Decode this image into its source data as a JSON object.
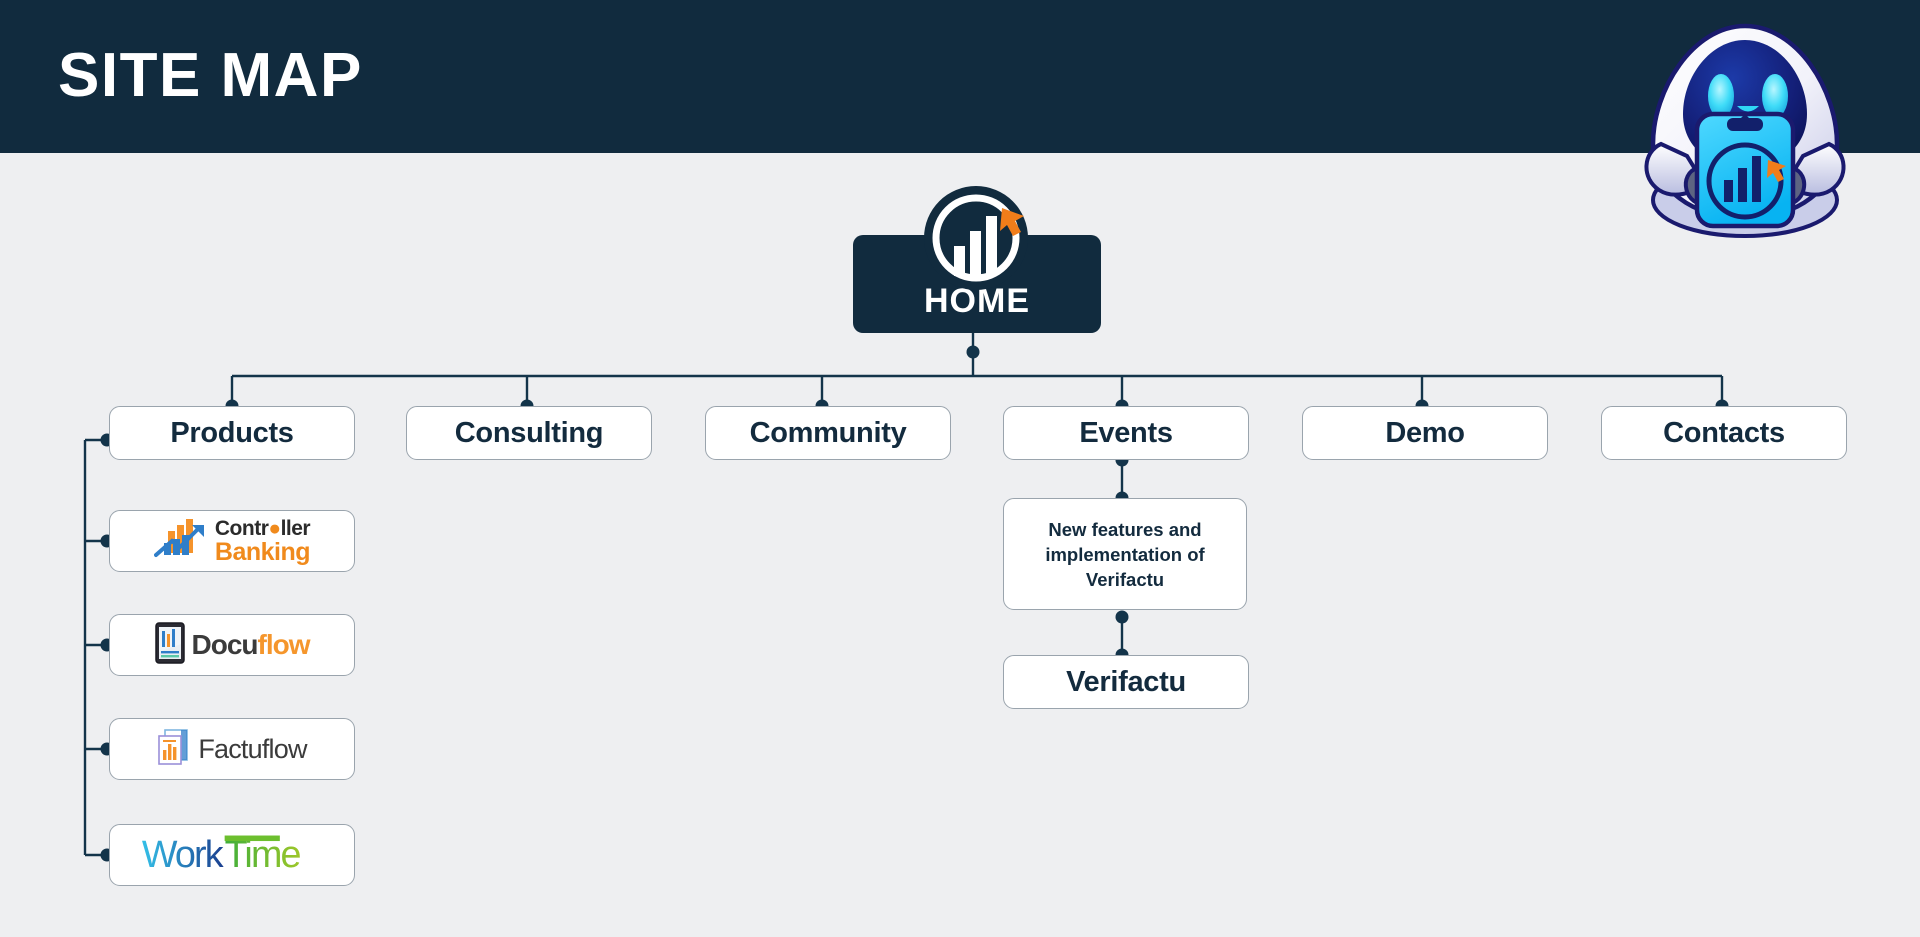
{
  "header": {
    "title": "SITE MAP",
    "background_color": "#112b3e",
    "text_color": "#ffffff"
  },
  "mascot": {
    "name": "robot-mascot",
    "description": "white robot holding a tablet with bar-chart logo",
    "body_color": "#ffffff",
    "face_color": "#12206b",
    "eye_color": "#2fd7f5",
    "tablet_color": "#12b5f0",
    "outline_color": "#1a1a6e"
  },
  "theme": {
    "page_background": "#eeeff1",
    "node_background": "#ffffff",
    "node_border": "#9aa4ad",
    "node_text": "#132b3e",
    "connector": "#13344a",
    "accent_orange": "#f07d1a"
  },
  "diagram_data": {
    "type": "sitemap-tree",
    "root": {
      "label": "HOME",
      "icon": "bar-chart-cursor-logo-icon"
    },
    "level1": [
      {
        "label": "Products",
        "has_children": true
      },
      {
        "label": "Consulting",
        "has_children": false
      },
      {
        "label": "Community",
        "has_children": false
      },
      {
        "label": "Events",
        "has_children": true
      },
      {
        "label": "Demo",
        "has_children": false
      },
      {
        "label": "Contacts",
        "has_children": false
      }
    ],
    "products_children": [
      {
        "id": "controller-banking",
        "icon": "bar-chart-arrow-icon",
        "text_primary": "Controller",
        "text_secondary": "Banking",
        "color_primary": "#2b2b2b",
        "color_secondary": "#f08a1c"
      },
      {
        "id": "docuflow",
        "icon": "tablet-document-icon",
        "text_primary": "Docu",
        "text_secondary": "flow",
        "color_primary": "#3b3b3b",
        "color_secondary": "#f5962c"
      },
      {
        "id": "factuflow",
        "icon": "invoice-chart-icon",
        "text_primary": "Factuflow",
        "text_secondary": "",
        "color_primary": "#3b3b3b",
        "color_secondary": "#f5962c"
      },
      {
        "id": "worktime",
        "icon": "worktime-wordmark-icon",
        "text_primary": "Work",
        "text_secondary": "Time",
        "color_primary": "#1f62b8",
        "color_secondary": "#63b32b"
      }
    ],
    "events_children": [
      {
        "label": "New features and implementation of Verifactu"
      },
      {
        "label": "Verifactu"
      }
    ]
  }
}
